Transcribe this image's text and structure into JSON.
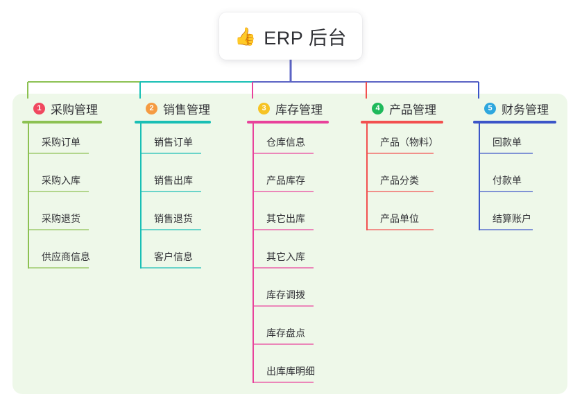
{
  "diagram": {
    "type": "mind-map",
    "background_color": "#ffffff",
    "panel_color": "#eef8e9",
    "root": {
      "icon": "thumbs-up-icon",
      "icon_glyph": "👍",
      "title": "ERP 后台",
      "stem_color": "#5b63c4"
    },
    "bus_colors": {
      "left_segment": "#8cc152",
      "mid_left_segment": "#19bfb5",
      "right_segment": "#5b63c4"
    },
    "branches": [
      {
        "number": "1",
        "title": "采购管理",
        "badge_color": "#f0485f",
        "line_color": "#8cc152",
        "items": [
          {
            "label": "采购订单"
          },
          {
            "label": "采购入库"
          },
          {
            "label": "采购退货"
          },
          {
            "label": "供应商信息"
          }
        ]
      },
      {
        "number": "2",
        "title": "销售管理",
        "badge_color": "#f59b42",
        "line_color": "#19bfb5",
        "items": [
          {
            "label": "销售订单"
          },
          {
            "label": "销售出库"
          },
          {
            "label": "销售退货"
          },
          {
            "label": "客户信息"
          }
        ]
      },
      {
        "number": "3",
        "title": "库存管理",
        "badge_color": "#f6c324",
        "line_color": "#e8429b",
        "items": [
          {
            "label": "仓库信息"
          },
          {
            "label": "产品库存"
          },
          {
            "label": "其它出库"
          },
          {
            "label": "其它入库"
          },
          {
            "label": "库存调拨"
          },
          {
            "label": "库存盘点"
          },
          {
            "label": "出库库明细"
          }
        ]
      },
      {
        "number": "4",
        "title": "产品管理",
        "badge_color": "#1fb95b",
        "line_color": "#f2504f",
        "items": [
          {
            "label": "产品（物料）"
          },
          {
            "label": "产品分类"
          },
          {
            "label": "产品单位"
          }
        ]
      },
      {
        "number": "5",
        "title": "财务管理",
        "badge_color": "#2ea7de",
        "line_color": "#3b55c8",
        "items": [
          {
            "label": "回款单"
          },
          {
            "label": "付款单"
          },
          {
            "label": "结算账户"
          }
        ]
      }
    ]
  }
}
